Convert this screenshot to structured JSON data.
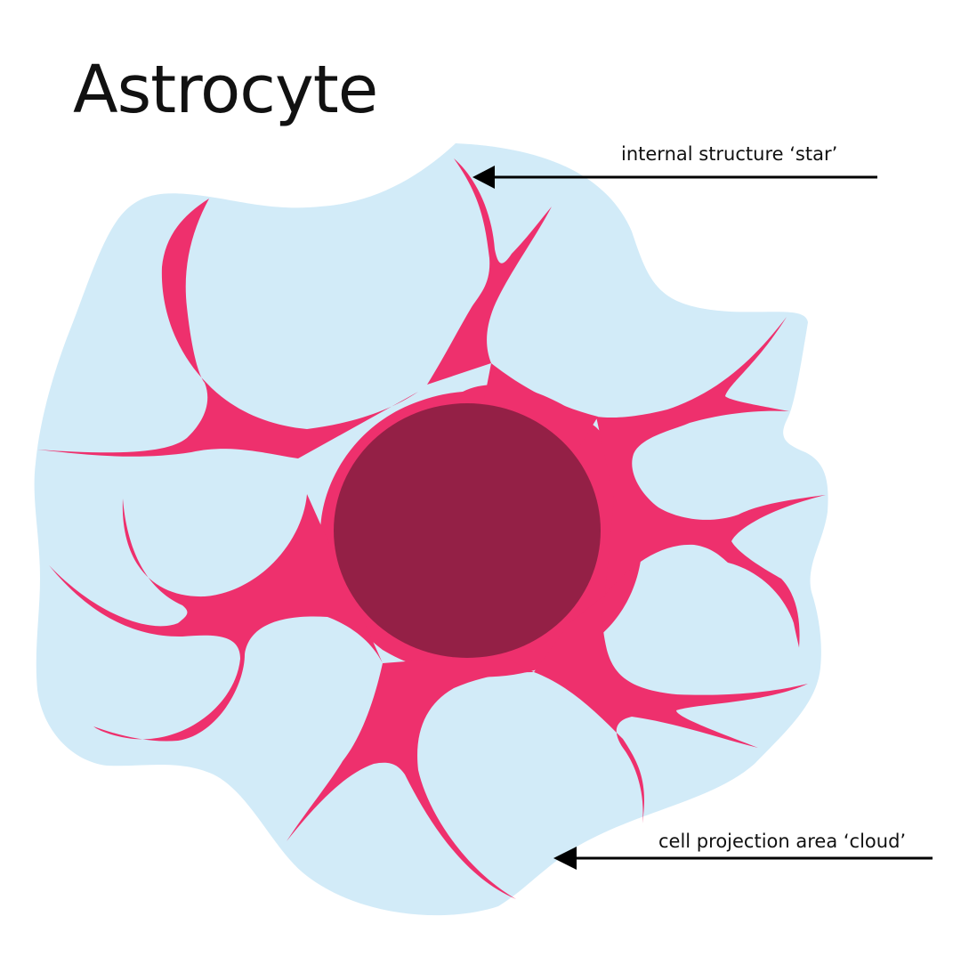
{
  "title": "Astrocyte",
  "labels": {
    "star": "internal structure ‘star’",
    "cloud": "cell projection area ‘cloud’"
  },
  "colors": {
    "cloud": "#d2ebf8",
    "star": "#ee306d",
    "nucleus": "#942046",
    "arrow": "#000000",
    "text": "#111111"
  }
}
